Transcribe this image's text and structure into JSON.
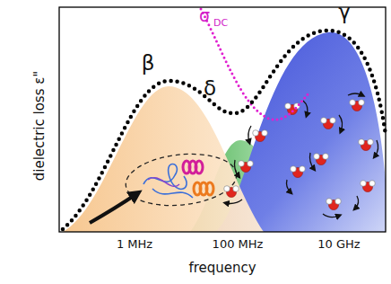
{
  "diagram": {
    "labels": [
      "β",
      "δ",
      "γ",
      "σ",
      "DC",
      "1 MHz",
      "100 MHz",
      "10 GHz",
      "frequency",
      "dielectric loss ε\""
    ]
  }
}
